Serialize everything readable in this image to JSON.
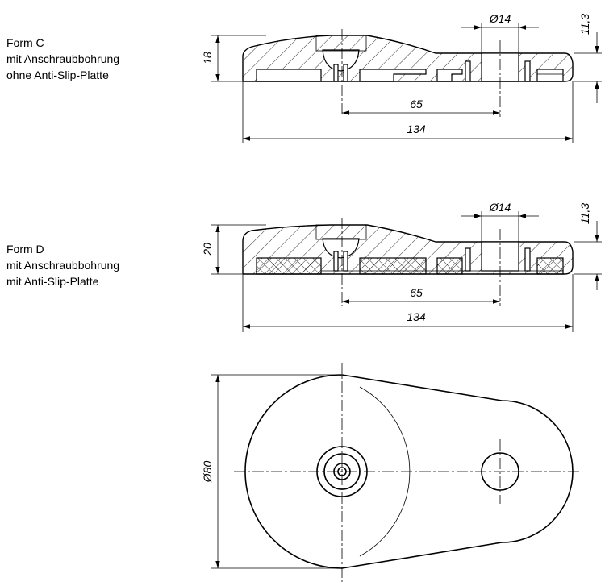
{
  "form_c": {
    "title": "Form C",
    "line1": "mit Anschraubbohrung",
    "line2": "ohne Anti-Slip-Platte",
    "dims": {
      "height": "18",
      "bore": "Ø14",
      "offset": "11,3",
      "spacing": "65",
      "length": "134"
    }
  },
  "form_d": {
    "title": "Form D",
    "line1": "mit Anschraubbohrung",
    "line2": "mit Anti-Slip-Platte",
    "dims": {
      "height": "20",
      "bore": "Ø14",
      "offset": "11,3",
      "spacing": "65",
      "length": "134"
    }
  },
  "top_view": {
    "dims": {
      "diameter": "Ø80"
    }
  }
}
